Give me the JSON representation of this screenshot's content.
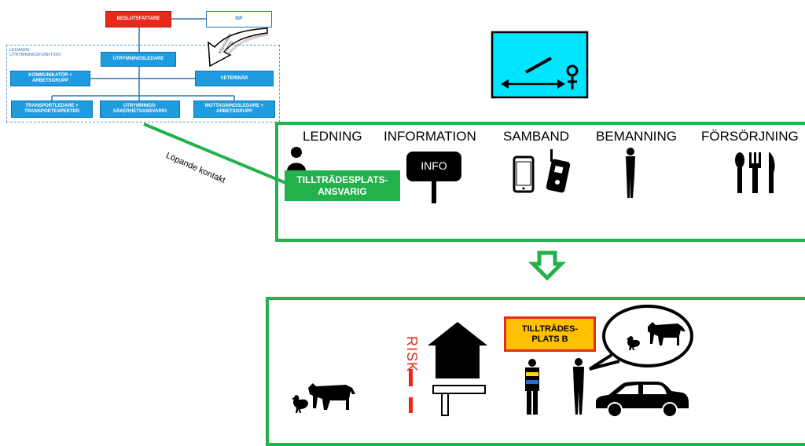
{
  "org": {
    "beslutsfattare": "BESLUTSFATTARE",
    "isf": "ISF",
    "radgivare": "RÅDGIVARE STÖD",
    "ledande_label": "LEDANDE UTRYMNINGSFUNKTION",
    "utrymningsledare": "UTRYMNINGSLEDARE",
    "kommunikator": "KOMMUNIKATÖR + ARBETSGRUPP",
    "veterinar": "VETERINÄR",
    "transportledare": "TRANSPORTLEDARE + TRANSPORTEXPERTER",
    "sakerhetsansvarig": "UTRYMNINGS-SÄKERHETSANSVARIG",
    "mottagningsledare": "MOTTAGNINGSLEDARE + ARBETSGRUPP"
  },
  "contact_label": "Löpande kontakt",
  "functions": {
    "ledning": "LEDNING",
    "information": "INFORMATION",
    "samband": "SAMBAND",
    "bemanning": "BEMANNING",
    "forsorjning": "FÖRSÖRJNING"
  },
  "tilltrade_box": "TILLTRÄDESPLATS-ANSVARIG",
  "info_sign": "INFO",
  "risk_label": "RISK",
  "sign_b": "TILLTRÄDES-PLATS B",
  "colors": {
    "green": "#22b14c",
    "cyan": "#00e5ff",
    "blue_box": "#1f9be0",
    "red_box": "#e8291c",
    "sign_yellow": "#ffc000"
  },
  "icons": [
    "person-silhouette-icon",
    "info-sign-icon",
    "smartphone-icon",
    "radio-icon",
    "standing-person-icon",
    "cutlery-icon",
    "cow-icon",
    "chicken-icon",
    "barn-icon",
    "police-officer-icon",
    "speech-bubble-icon",
    "car-icon",
    "down-arrow-icon",
    "barrier-icon"
  ]
}
